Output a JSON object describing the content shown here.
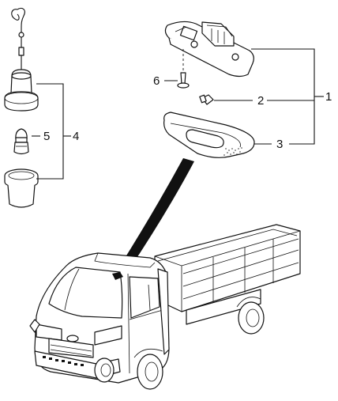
{
  "callouts": [
    {
      "id": "c1",
      "text": "1"
    },
    {
      "id": "c2",
      "text": "2"
    },
    {
      "id": "c3",
      "text": "3"
    },
    {
      "id": "c4",
      "text": "4"
    },
    {
      "id": "c5",
      "text": "5"
    },
    {
      "id": "c6",
      "text": "6"
    }
  ]
}
